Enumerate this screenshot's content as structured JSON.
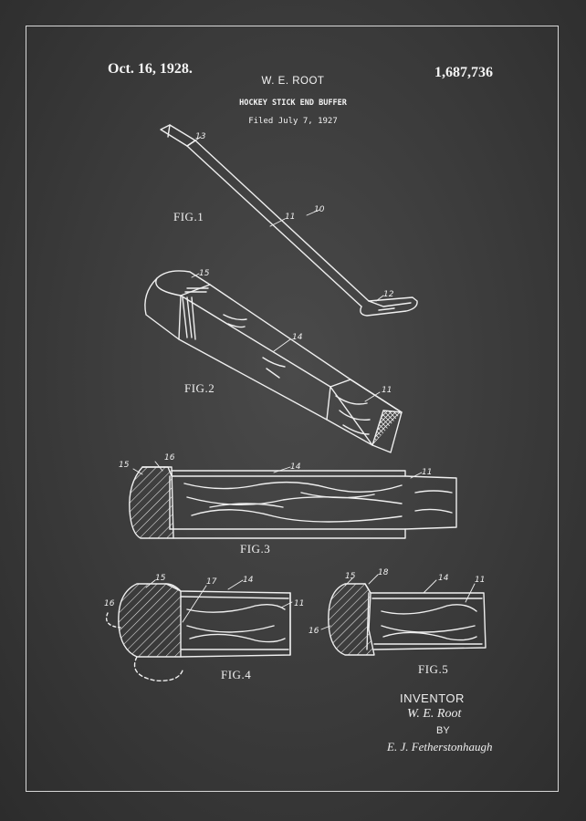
{
  "header": {
    "date": "Oct. 16, 1928.",
    "patent_number": "1,687,736",
    "inventor": "W. E. ROOT",
    "title": "HOCKEY STICK END BUFFER",
    "filed": "Filed July 7, 1927"
  },
  "figures": {
    "fig1": "FIG.1",
    "fig2": "FIG.2",
    "fig3": "FIG.3",
    "fig4": "FIG.4",
    "fig5": "FIG.5"
  },
  "reference_numerals": {
    "n10": "10",
    "n11": "11",
    "n12": "12",
    "n13": "13",
    "n14": "14",
    "n15": "15",
    "n16": "16",
    "n17": "17",
    "n18": "18"
  },
  "signature_block": {
    "inventor_label": "INVENTOR",
    "inventor_signature": "W. E. Root",
    "by_label": "BY",
    "attorney_signature": "E. J. Fetherstonhaugh"
  },
  "colors": {
    "background": "#3a3a3a",
    "line": "#f0f0f0"
  }
}
